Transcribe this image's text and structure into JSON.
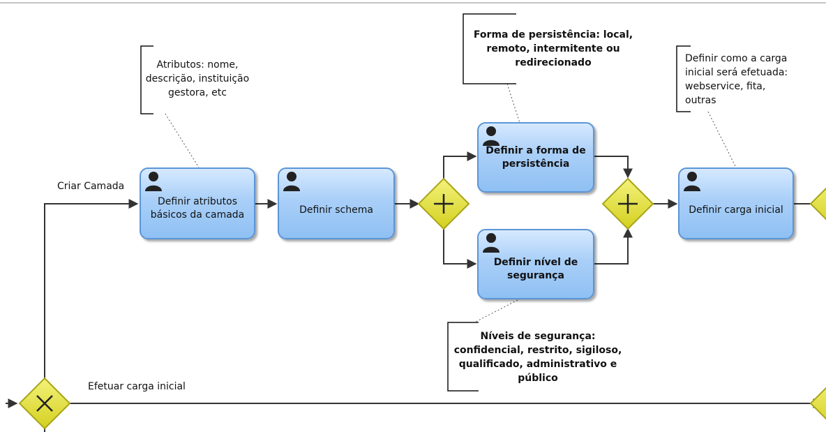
{
  "flow_labels": {
    "create_layer": "Criar Camada",
    "initial_load": "Efetuar carga inicial"
  },
  "tasks": {
    "define_attributes": "Definir atributos\nbásicos da camada",
    "define_schema": "Definir schema",
    "define_persistence": "Definir a forma de\npersistência",
    "define_security": "Definir nível de\nsegurança",
    "define_initial_load": "Definir carga inicial"
  },
  "annotations": {
    "attributes": "Atributos: nome,\ndescrição, instituição\ngestora, etc",
    "persistence": "Forma de persistência: local,\nremoto, intermitente ou\nredirecionado",
    "initial_load": "Definir como a carga\ninicial será efetuada:\nwebservice, fita,\noutras",
    "security": "Níveis de segurança:\nconfidencial, restrito, sigiloso,\nqualificado, administrativo e\npúblico"
  },
  "colors": {
    "task_fill": "#a9cff8",
    "task_border": "#5b95d6",
    "gateway_fill": "#e6e33a",
    "gateway_border": "#a9a416",
    "line": "#333333"
  },
  "icons": {
    "task_user": "user-icon",
    "parallel_gateway": "plus-icon",
    "exclusive_gateway": "x-icon"
  }
}
